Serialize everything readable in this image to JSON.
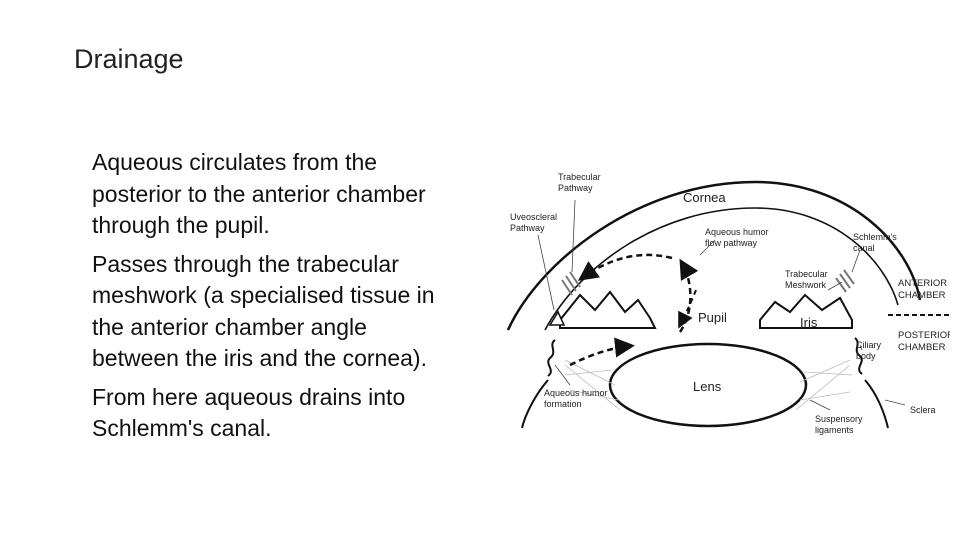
{
  "slide": {
    "title": "Drainage",
    "paragraphs": [
      [
        "Aqueous circulates from the",
        "posterior to the anterior chamber",
        "through the pupil."
      ],
      [
        "Passes through the trabecular",
        "meshwork (a specialised tissue in",
        "the anterior chamber angle",
        "between the iris and the cornea)."
      ],
      [
        "From here aqueous drains into",
        "Schlemm's canal."
      ]
    ]
  },
  "diagram": {
    "labels": {
      "trabecular_pathway": [
        "Trabecular",
        "Pathway"
      ],
      "uveoscleral_pathway": [
        "Uveoscleral",
        "Pathway"
      ],
      "cornea": "Cornea",
      "aqueous_flow": [
        "Aqueous humor",
        "flow pathway"
      ],
      "schlemms_canal": [
        "Schlemm's",
        "canal"
      ],
      "trabecular_meshwork": [
        "Trabecular",
        "Meshwork"
      ],
      "anterior_chamber": [
        "ANTERIOR",
        "CHAMBER"
      ],
      "pupil": "Pupil",
      "iris": "Iris",
      "posterior_chamber": [
        "POSTERIOR",
        "CHAMBER"
      ],
      "ciliary_body": [
        "Ciliary",
        "body"
      ],
      "lens": "Lens",
      "aqueous_formation": [
        "Aqueous humor",
        "formation"
      ],
      "suspensory_ligaments": [
        "Suspensory",
        "ligaments"
      ],
      "sclera": "Sclera"
    }
  }
}
